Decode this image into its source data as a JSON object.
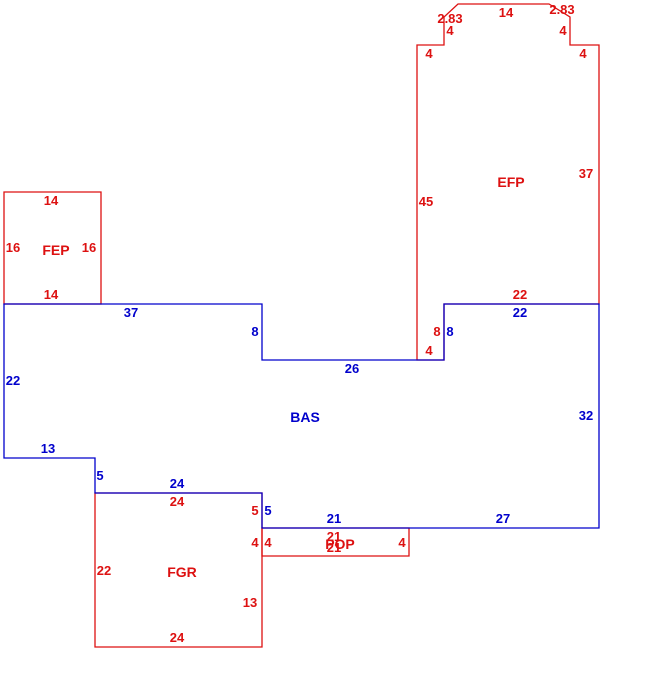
{
  "colors": {
    "main": "#0000cc",
    "addition": "#dd1111"
  },
  "areas": {
    "bas": {
      "name": "BAS"
    },
    "efp": {
      "name": "EFP"
    },
    "fep": {
      "name": "FEP"
    },
    "fgr": {
      "name": "FGR"
    },
    "pop": {
      "name": "POP"
    }
  },
  "dims": {
    "bas_top_left": "37",
    "bas_step_down": "8",
    "bas_notch_bottom": "26",
    "bas_notch_right": "8",
    "bas_top_right": "22",
    "bas_right": "32",
    "bas_bottom_right": "27",
    "bas_pop_side": "21",
    "bas_fgr_right": "5",
    "bas_fgr_top": "24",
    "bas_fgr_left": "5",
    "bas_lower_left": "13",
    "bas_left": "22",
    "fep_top": "14",
    "fep_left": "16",
    "fep_right": "16",
    "fep_bottom": "14",
    "efp_top": "14",
    "efp_chamfer_left": "2.83",
    "efp_chamfer_right": "2.83",
    "efp_inner_left": "4",
    "efp_inner_right": "4",
    "efp_step_left": "4",
    "efp_step_right": "4",
    "efp_left": "45",
    "efp_right": "37",
    "efp_bottom": "22",
    "efp_notch_side": "8",
    "efp_notch_bottom": "4",
    "fgr_top": "24",
    "fgr_right_top": "5",
    "fgr_right_mid": "4",
    "fgr_right_low": "13",
    "fgr_left": "22",
    "fgr_bottom": "24",
    "pop_left": "4",
    "pop_right": "4",
    "pop_top": "21",
    "pop_bottom": "21"
  }
}
